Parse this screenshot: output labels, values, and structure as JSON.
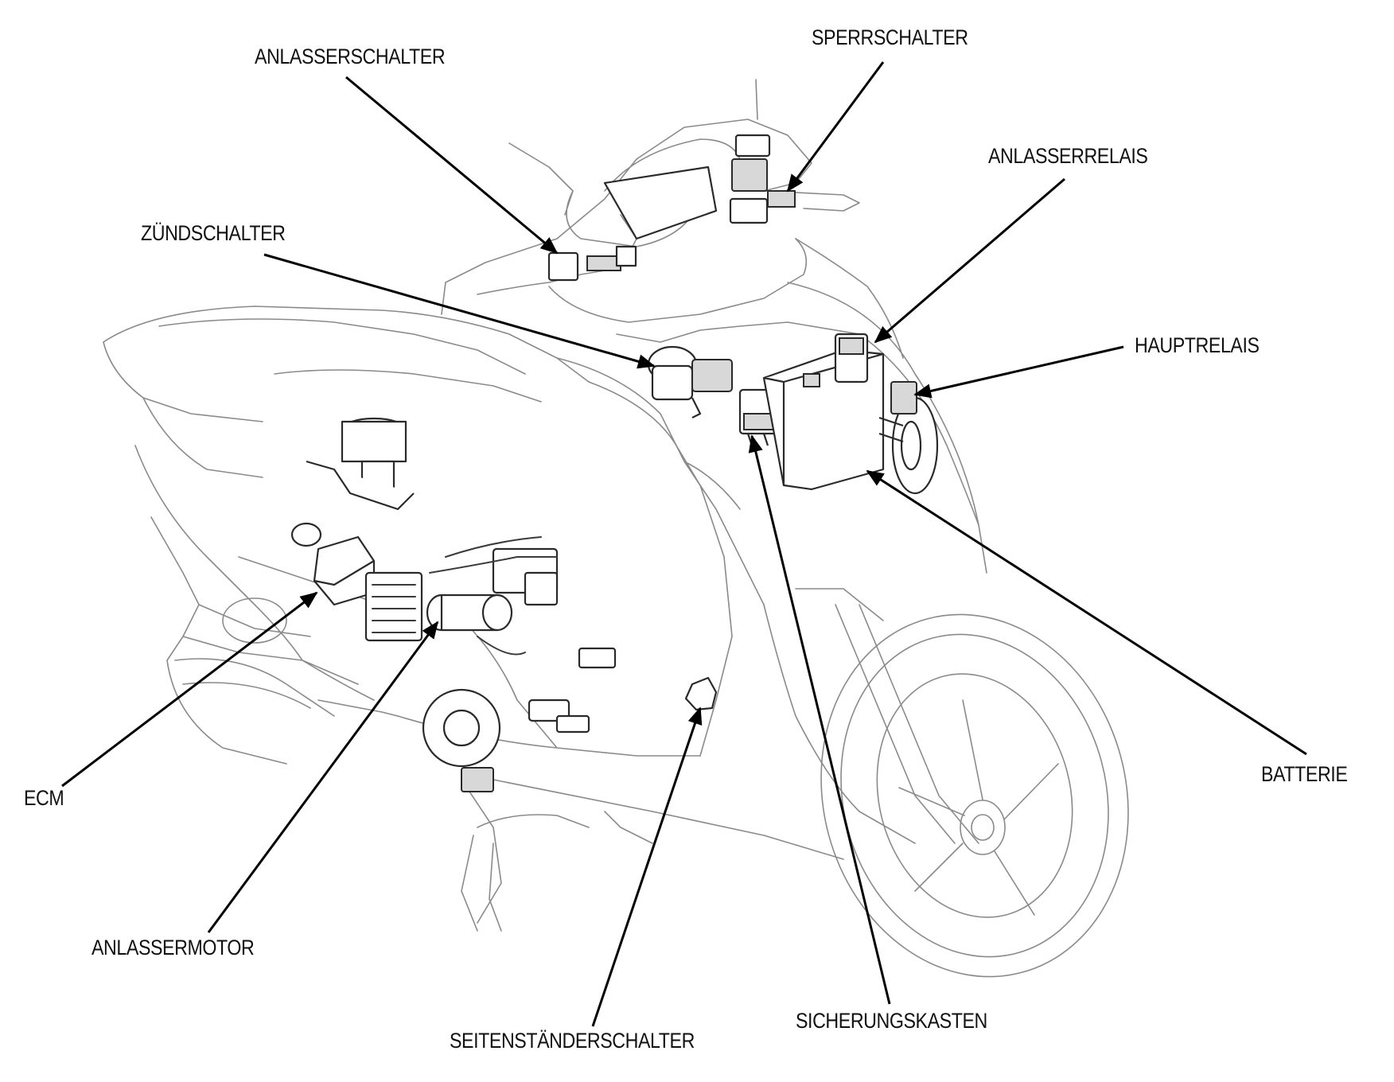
{
  "labels": {
    "anlasserschalter": "ANLASSERSCHALTER",
    "sperrschalter": "SPERRSCHALTER",
    "anlasserrelais": "ANLASSERRELAIS",
    "zuendschalter": "ZÜNDSCHALTER",
    "hauptrelais": "HAUPTRELAIS",
    "ecm": "ECM",
    "batterie": "BATTERIE",
    "anlassermotor": "ANLASSERMOTOR",
    "sicherungskasten": "SICHERUNGSKASTEN",
    "seitenstaenderschalter": "SEITENSTÄNDERSCHALTER"
  },
  "colors": {
    "line": "#000000",
    "outline": "#8a8a8a",
    "background": "#ffffff"
  }
}
